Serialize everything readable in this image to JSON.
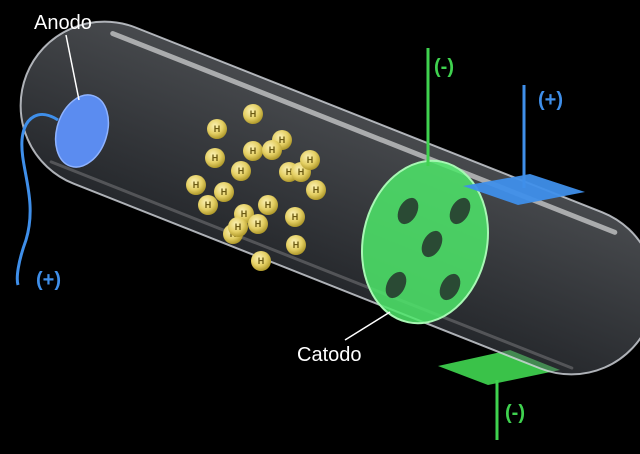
{
  "labels": {
    "anode": "Anodo",
    "cathode": "Catodo",
    "anode_polarity": "(+)",
    "top_wire_polarity": "(-)",
    "top_plate_polarity": "(+)",
    "bottom_plate_polarity": "(-)"
  },
  "particle_label": "H",
  "particle_count": 22,
  "colors": {
    "background": "#000000",
    "anode": "#5b8cf0",
    "cathode": "#4ee86a",
    "positive": "#3f8fea",
    "negative": "#3fd24f",
    "particle": "#e6d26a"
  }
}
